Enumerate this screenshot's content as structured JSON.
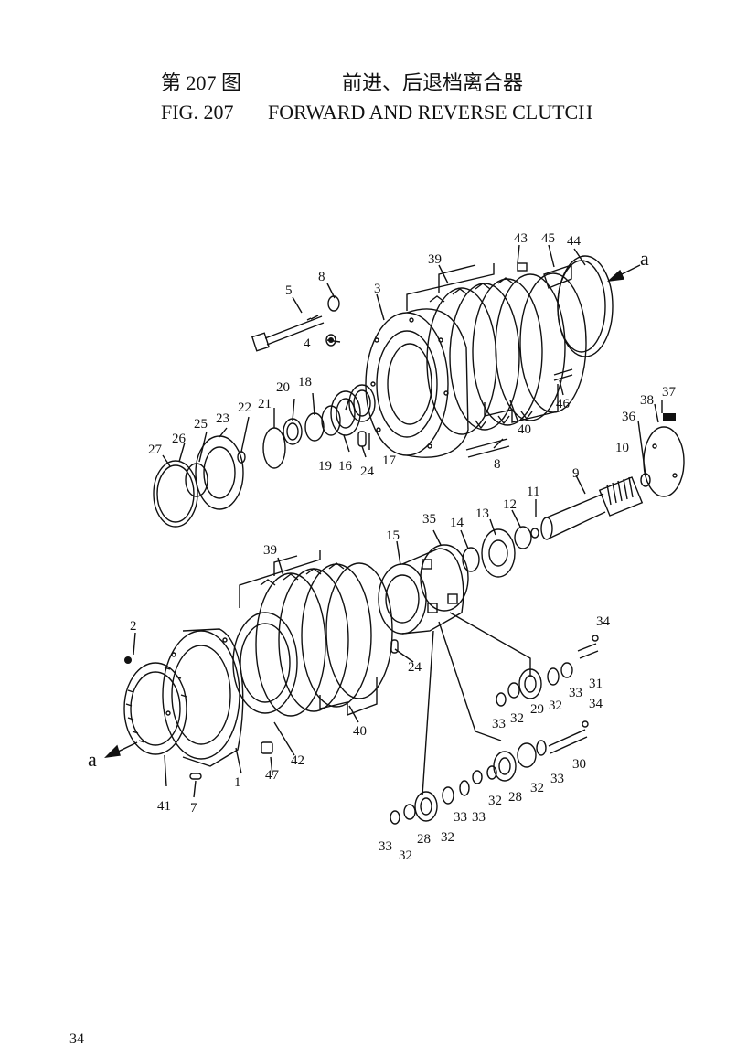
{
  "header": {
    "figure_cn": "第 207 图",
    "title_cn": "前进、后退档离合器",
    "figure_en": "FIG. 207",
    "title_en": "FORWARD AND REVERSE CLUTCH"
  },
  "view_marker": "a",
  "callouts": {
    "c1": "1",
    "c2": "2",
    "c3": "3",
    "c4": "4",
    "c5": "5",
    "c7": "7",
    "c8a": "8",
    "c8b": "8",
    "c9": "9",
    "c10": "10",
    "c11": "11",
    "c12": "12",
    "c13": "13",
    "c14": "14",
    "c15": "15",
    "c16": "16",
    "c17": "17",
    "c18": "18",
    "c19": "19",
    "c20": "20",
    "c21": "21",
    "c22": "22",
    "c23": "23",
    "c24a": "24",
    "c24b": "24",
    "c25": "25",
    "c26": "26",
    "c27": "27",
    "c28a": "28",
    "c28b": "28",
    "c29": "29",
    "c30": "30",
    "c31": "31",
    "c32a": "32",
    "c32b": "32",
    "c32c": "32",
    "c32d": "32",
    "c32e": "32",
    "c32f": "32",
    "c33a": "33",
    "c33b": "33",
    "c33c": "33",
    "c33d": "33",
    "c33e": "33",
    "c33f": "33",
    "c34a": "34",
    "c34b": "34",
    "c35": "35",
    "c36": "36",
    "c37": "37",
    "c38": "38",
    "c39a": "39",
    "c39b": "39",
    "c40a": "40",
    "c40b": "40",
    "c41": "41",
    "c42": "42",
    "c43": "43",
    "c44": "44",
    "c45": "45",
    "c46": "46",
    "c47": "47"
  },
  "page_number": "34"
}
